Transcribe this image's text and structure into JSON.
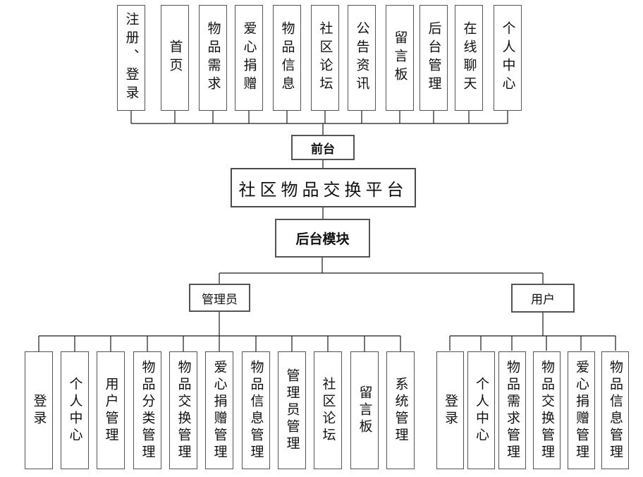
{
  "diagram": {
    "platform_title": "社区物品交换平台",
    "front_stage_label": "前台",
    "backend_module_label": "后台模块",
    "admin_label": "管理员",
    "user_label": "用户",
    "front_modules": [
      "注册、登录",
      "首页",
      "物品需求",
      "爱心捐赠",
      "物品信息",
      "社区论坛",
      "公告资讯",
      "留言板",
      "后台管理",
      "在线聊天",
      "个人中心"
    ],
    "admin_modules": [
      "登录",
      "个人中心",
      "用户管理",
      "物品分类管理",
      "物品交换管理",
      "爱心捐赠管理",
      "物品信息管理",
      "管理员管理",
      "社区论坛",
      "留言板",
      "系统管理"
    ],
    "user_modules": [
      "登录",
      "个人中心",
      "物品需求管理",
      "物品交换管理",
      "爱心捐赠管理",
      "物品信息管理"
    ],
    "colors": {
      "background": "#ffffff",
      "box_border": "#545454",
      "line": "#1a1a1a",
      "text": "#111111"
    }
  }
}
